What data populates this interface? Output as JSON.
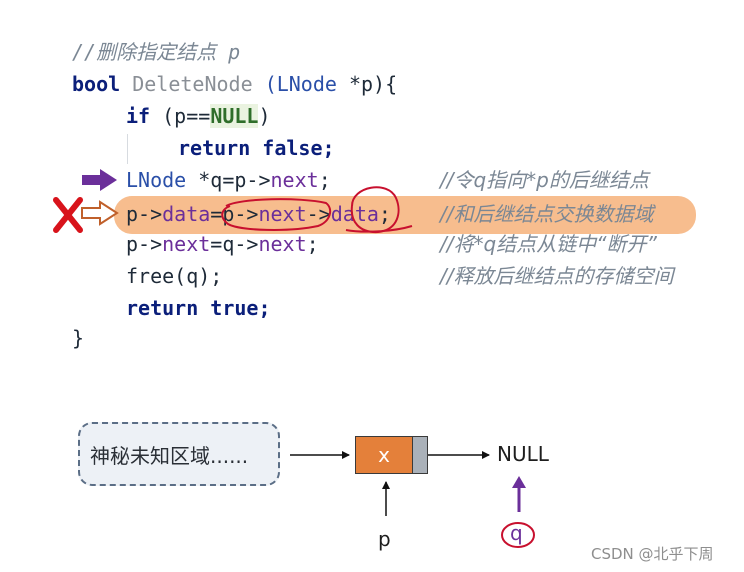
{
  "code": {
    "comment_title": "//删除指定结点 p",
    "sig_bool": "bool",
    "sig_fn": "DeleteNode",
    "sig_type": "(LNode",
    "sig_rest": " *p){",
    "if_kw": "if",
    "if_pre": " (p==",
    "if_null": "NULL",
    "if_post": ")",
    "return_false": "return false;",
    "l1_type": "LNode",
    "l1_pre": " *q=p->",
    "l1_next": "next",
    "l1_post": ";",
    "l1_comment": "//令q指向*p的后继结点",
    "l2_a": "p->",
    "l2_data1": "data",
    "l2_b": "=p->",
    "l2_next": "next",
    "l2_c": "->",
    "l2_data2": "data",
    "l2_d": ";",
    "l2_comment": "//和后继结点交换数据域",
    "l3_a": "p->",
    "l3_next1": "next",
    "l3_b": "=q->",
    "l3_next2": "next",
    "l3_c": ";",
    "l3_comment": "//将*q结点从链中“断开”",
    "l4_code": "free(q);",
    "l4_comment": "//释放后继结点的存储空间",
    "return_true": "return true;",
    "close_brace": "}"
  },
  "diagram": {
    "mystery_region": "神秘未知区域......",
    "node_value": "x",
    "null_label": "NULL",
    "pointer_p": "p",
    "pointer_q": "q"
  },
  "watermark": "CSDN @北乎下周",
  "colors": {
    "highlight": "#f6b27a",
    "current_arrow": "#6b2f9a",
    "wrong_mark": "#d8131b",
    "annotation": "#c8102e",
    "node_fill": "#e4803a"
  },
  "icons": [
    "current-line-arrow-icon",
    "wrong-cross-icon",
    "outline-arrow-icon",
    "pointer-arrow-icon"
  ]
}
